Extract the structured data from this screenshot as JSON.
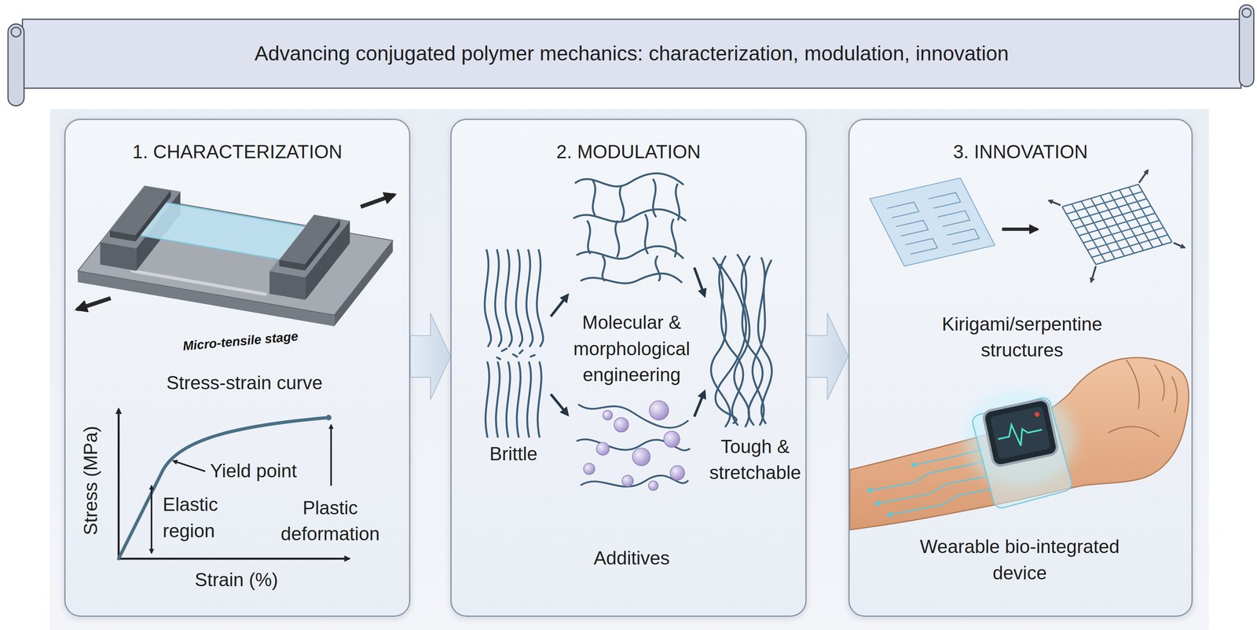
{
  "diagram": {
    "title": "Advancing conjugated polymer mechanics: characterization, modulation, innovation",
    "nodes": [
      {
        "text": [
          "1. CHARACTERIZATION"
        ]
      },
      {
        "text": [
          "2. MODULATION"
        ]
      },
      {
        "text": [
          "Brittle"
        ],
        "in": 1
      },
      {
        "text": [
          "Molecular & morphological engineering"
        ],
        "in": 1
      },
      {
        "text": [
          "Additives"
        ],
        "in": 1
      },
      {
        "text": [
          "Tough & stretchable"
        ],
        "in": 1
      },
      {
        "text": [
          "3. INNOVATION"
        ]
      },
      {
        "text": [
          "Kirigami/serpentine structures"
        ],
        "in": 6
      },
      {
        "text": [
          "Wearable bio-integrated device"
        ],
        "in": 6
      }
    ],
    "edges": [
      {
        "from": 0,
        "to": 1,
        "arrow": "to"
      },
      {
        "from": 1,
        "to": 6,
        "arrow": "to"
      },
      {
        "from": 2,
        "to": 3,
        "arrow": "to"
      },
      {
        "from": 2,
        "to": 4,
        "arrow": "to"
      },
      {
        "from": 3,
        "to": 5,
        "arrow": "to"
      },
      {
        "from": 4,
        "to": 5,
        "arrow": "to"
      }
    ],
    "labels": [
      "Micro-tensile stage",
      "Stress-strain curve",
      "Stress (MPa)",
      "Strain (%)",
      "Yield point",
      "Elastic region",
      "Plastic deformation"
    ]
  }
}
